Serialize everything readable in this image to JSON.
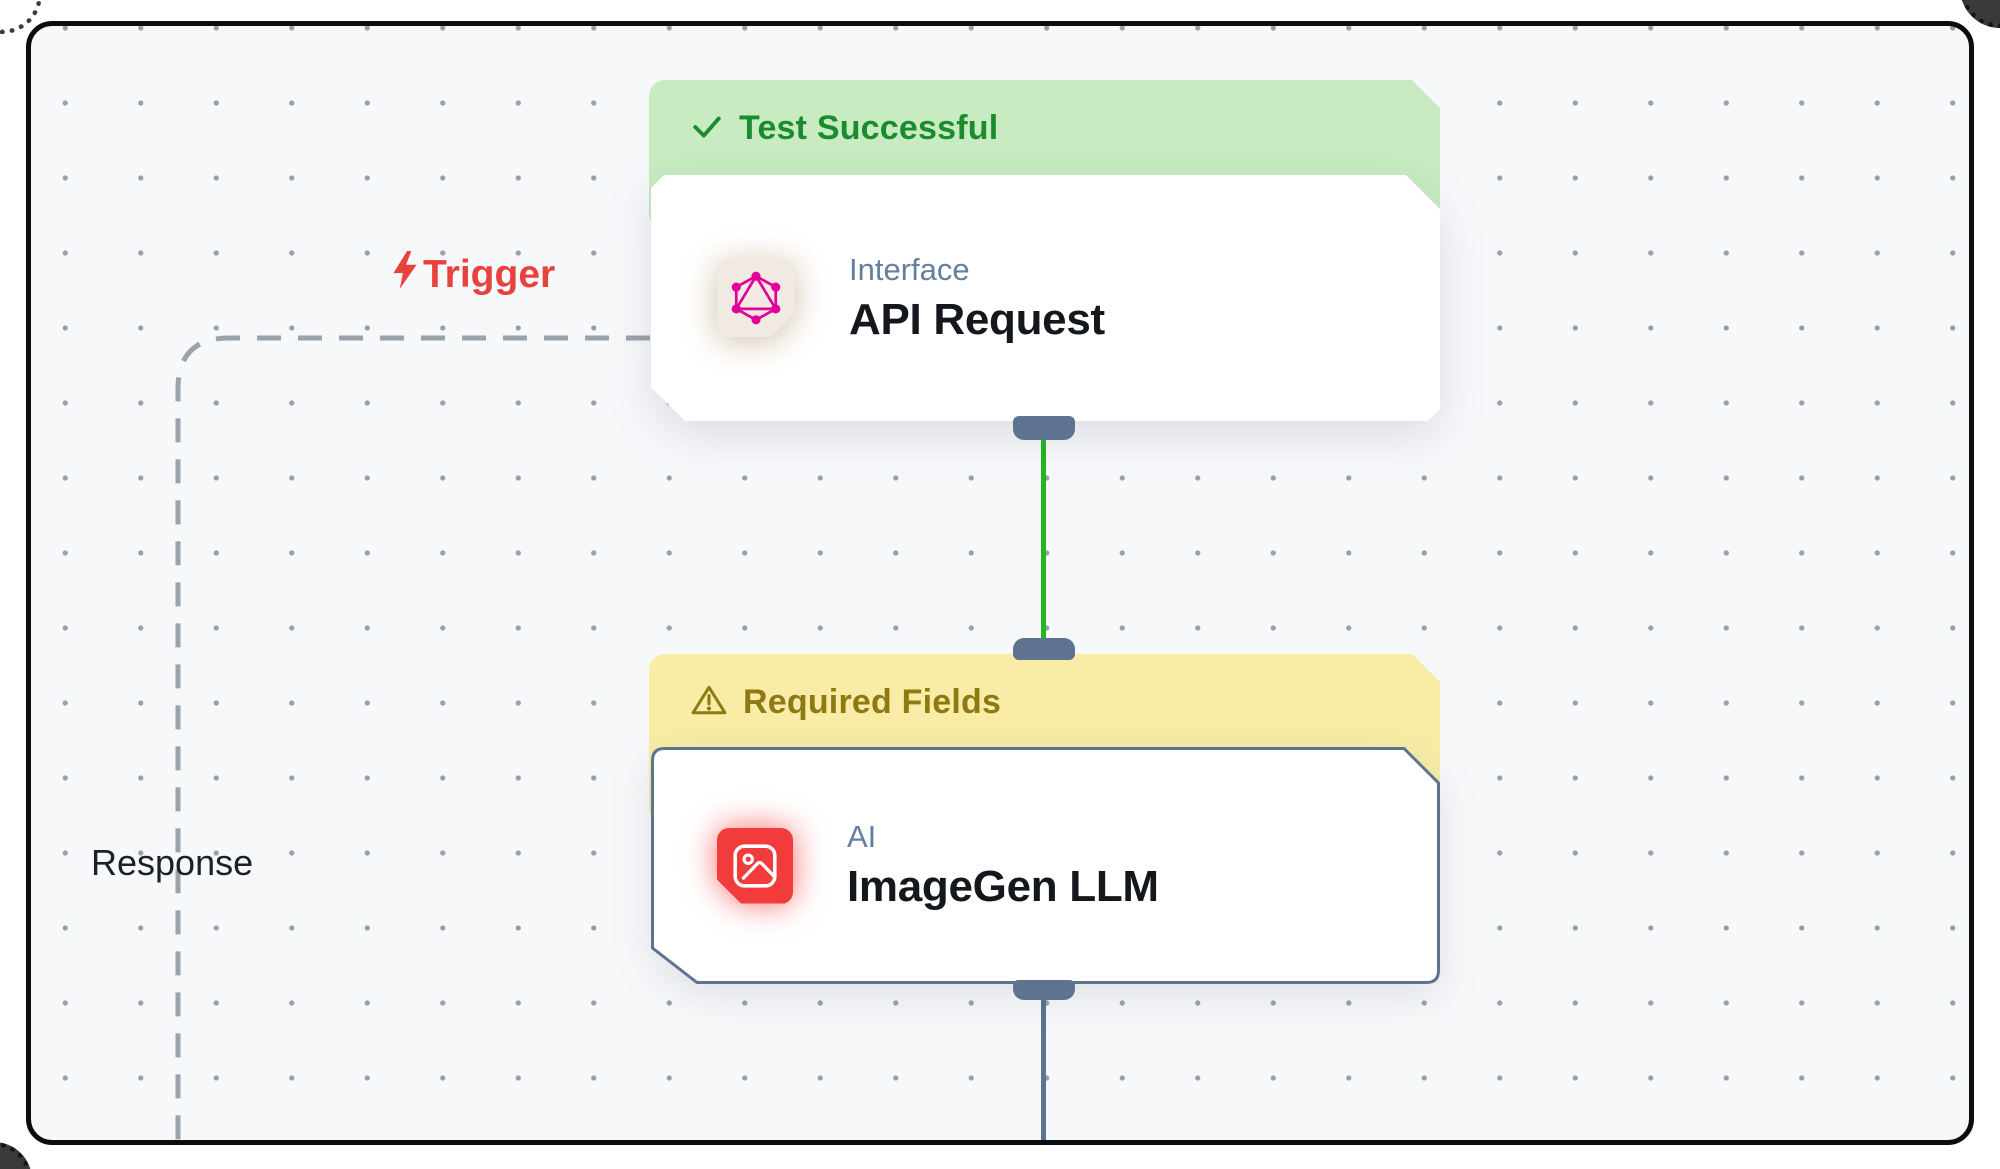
{
  "canvas": {
    "type": "workflow-editor"
  },
  "edges": {
    "trigger_label": "Trigger",
    "response_label": "Response"
  },
  "nodes": [
    {
      "banner": {
        "icon": "check-icon",
        "label": "Test Successful",
        "state": "success"
      },
      "category": "Interface",
      "title": "API Request",
      "icon": "graphql-icon"
    },
    {
      "banner": {
        "icon": "warning-icon",
        "label": "Required Fields",
        "state": "warning"
      },
      "category": "AI",
      "title": "ImageGen LLM",
      "icon": "image-gen-icon"
    }
  ],
  "colors": {
    "success_bg": "#c8ebc2",
    "success_text": "#1b8c2d",
    "warning_bg": "#f8eca6",
    "warning_text": "#8e7912",
    "edge_active": "#23b523",
    "edge_slate": "#5d7390",
    "trigger_red": "#e8423c",
    "icon_red": "#f23b3b",
    "graphql_pink": "#e10098",
    "category_text": "#64809e",
    "title_text": "#14171c",
    "canvas_bg": "#f7f8fa"
  }
}
